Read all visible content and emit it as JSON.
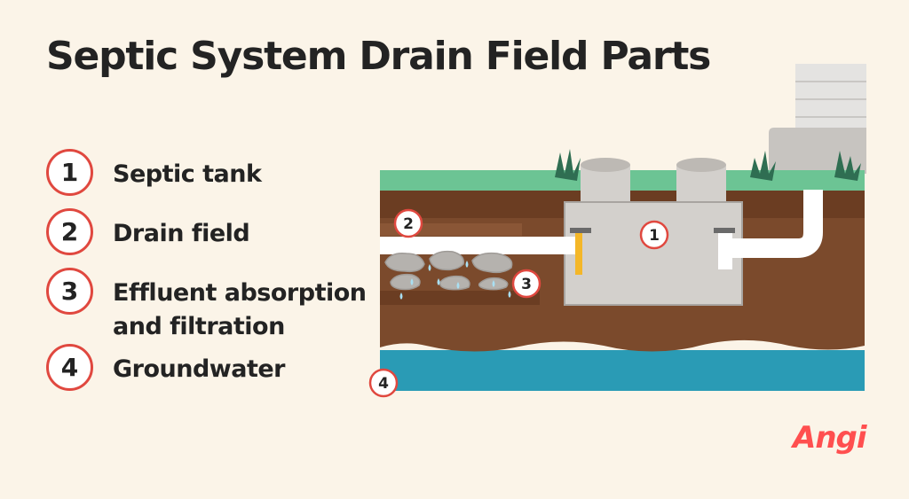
{
  "title": "Septic System Drain Field Parts",
  "legend": [
    {
      "number": "1",
      "label": "Septic tank"
    },
    {
      "number": "2",
      "label": "Drain field"
    },
    {
      "number": "3",
      "label": "Effluent absorption\nand filtration"
    },
    {
      "number": "4",
      "label": "Groundwater"
    }
  ],
  "markers": {
    "tank": "1",
    "drain_field": "2",
    "absorption": "3",
    "groundwater": "4"
  },
  "brand": {
    "name": "Angi"
  },
  "colors": {
    "background": "#fbf4e8",
    "accent": "#e0483f",
    "grass": "#6cc494",
    "soil": "#7b4a2c",
    "water": "#2a9bb5",
    "tank": "#d3d0cc",
    "logo": "#ff4f4f"
  }
}
